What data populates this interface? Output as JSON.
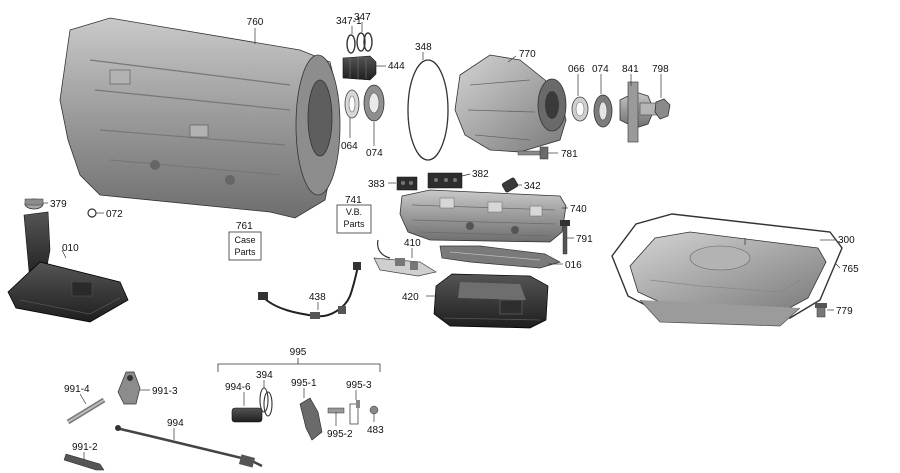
{
  "diagram": {
    "callouts": [
      {
        "id": "760",
        "text": "760"
      },
      {
        "id": "347-1",
        "text": "347-1"
      },
      {
        "id": "347",
        "text": "347"
      },
      {
        "id": "444",
        "text": "444"
      },
      {
        "id": "348",
        "text": "348"
      },
      {
        "id": "770",
        "text": "770"
      },
      {
        "id": "066",
        "text": "066"
      },
      {
        "id": "074a",
        "text": "074"
      },
      {
        "id": "841",
        "text": "841"
      },
      {
        "id": "798",
        "text": "798"
      },
      {
        "id": "064",
        "text": "064"
      },
      {
        "id": "074b",
        "text": "074"
      },
      {
        "id": "781",
        "text": "781"
      },
      {
        "id": "383",
        "text": "383"
      },
      {
        "id": "382",
        "text": "382"
      },
      {
        "id": "342",
        "text": "342"
      },
      {
        "id": "379",
        "text": "379"
      },
      {
        "id": "072",
        "text": "072"
      },
      {
        "id": "741",
        "text": "741"
      },
      {
        "id": "740",
        "text": "740"
      },
      {
        "id": "300",
        "text": "300"
      },
      {
        "id": "761",
        "text": "761"
      },
      {
        "id": "791",
        "text": "791"
      },
      {
        "id": "410",
        "text": "410"
      },
      {
        "id": "010",
        "text": "010"
      },
      {
        "id": "016",
        "text": "016"
      },
      {
        "id": "765",
        "text": "765"
      },
      {
        "id": "438",
        "text": "438"
      },
      {
        "id": "420",
        "text": "420"
      },
      {
        "id": "779",
        "text": "779"
      },
      {
        "id": "995",
        "text": "995"
      },
      {
        "id": "394",
        "text": "394"
      },
      {
        "id": "991-4",
        "text": "991-4"
      },
      {
        "id": "991-3",
        "text": "991-3"
      },
      {
        "id": "994-6",
        "text": "994-6"
      },
      {
        "id": "995-1",
        "text": "995-1"
      },
      {
        "id": "995-3",
        "text": "995-3"
      },
      {
        "id": "994",
        "text": "994"
      },
      {
        "id": "995-2",
        "text": "995-2"
      },
      {
        "id": "483",
        "text": "483"
      },
      {
        "id": "991-2",
        "text": "991-2"
      }
    ],
    "boxes": [
      {
        "id": "vb",
        "lines": [
          "V.B.",
          "Parts"
        ]
      },
      {
        "id": "case",
        "lines": [
          "Case",
          "Parts"
        ]
      }
    ]
  }
}
